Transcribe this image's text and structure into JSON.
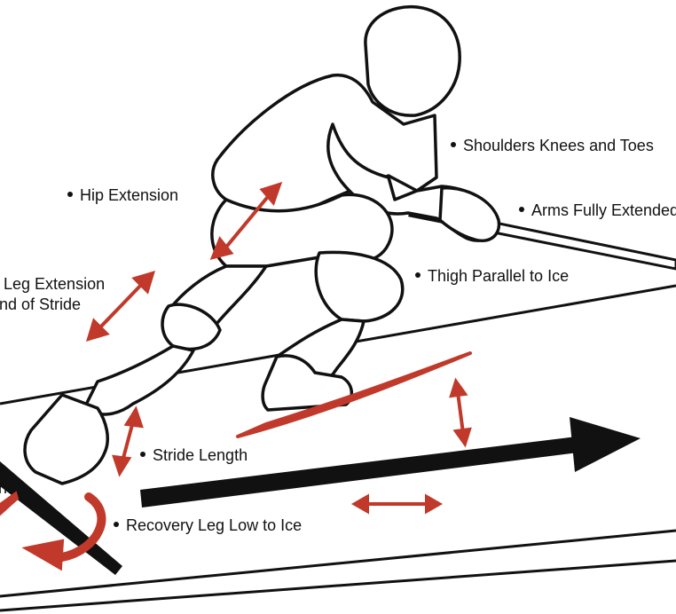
{
  "labels": {
    "shoulders": "Shoulders Knees and Toes",
    "arms": "Arms Fully Extended",
    "hip": "Hip Extension",
    "thigh": "Thigh Parallel to Ice",
    "leg_ext_line1": "Full Leg Extension",
    "leg_ext_line2": "End of Stride",
    "stride": "Stride Length",
    "recovery": "Recovery Leg Low to Ice",
    "edge_cut": "on"
  },
  "colors": {
    "accent_red": "#c0392b",
    "ink": "#111111"
  }
}
